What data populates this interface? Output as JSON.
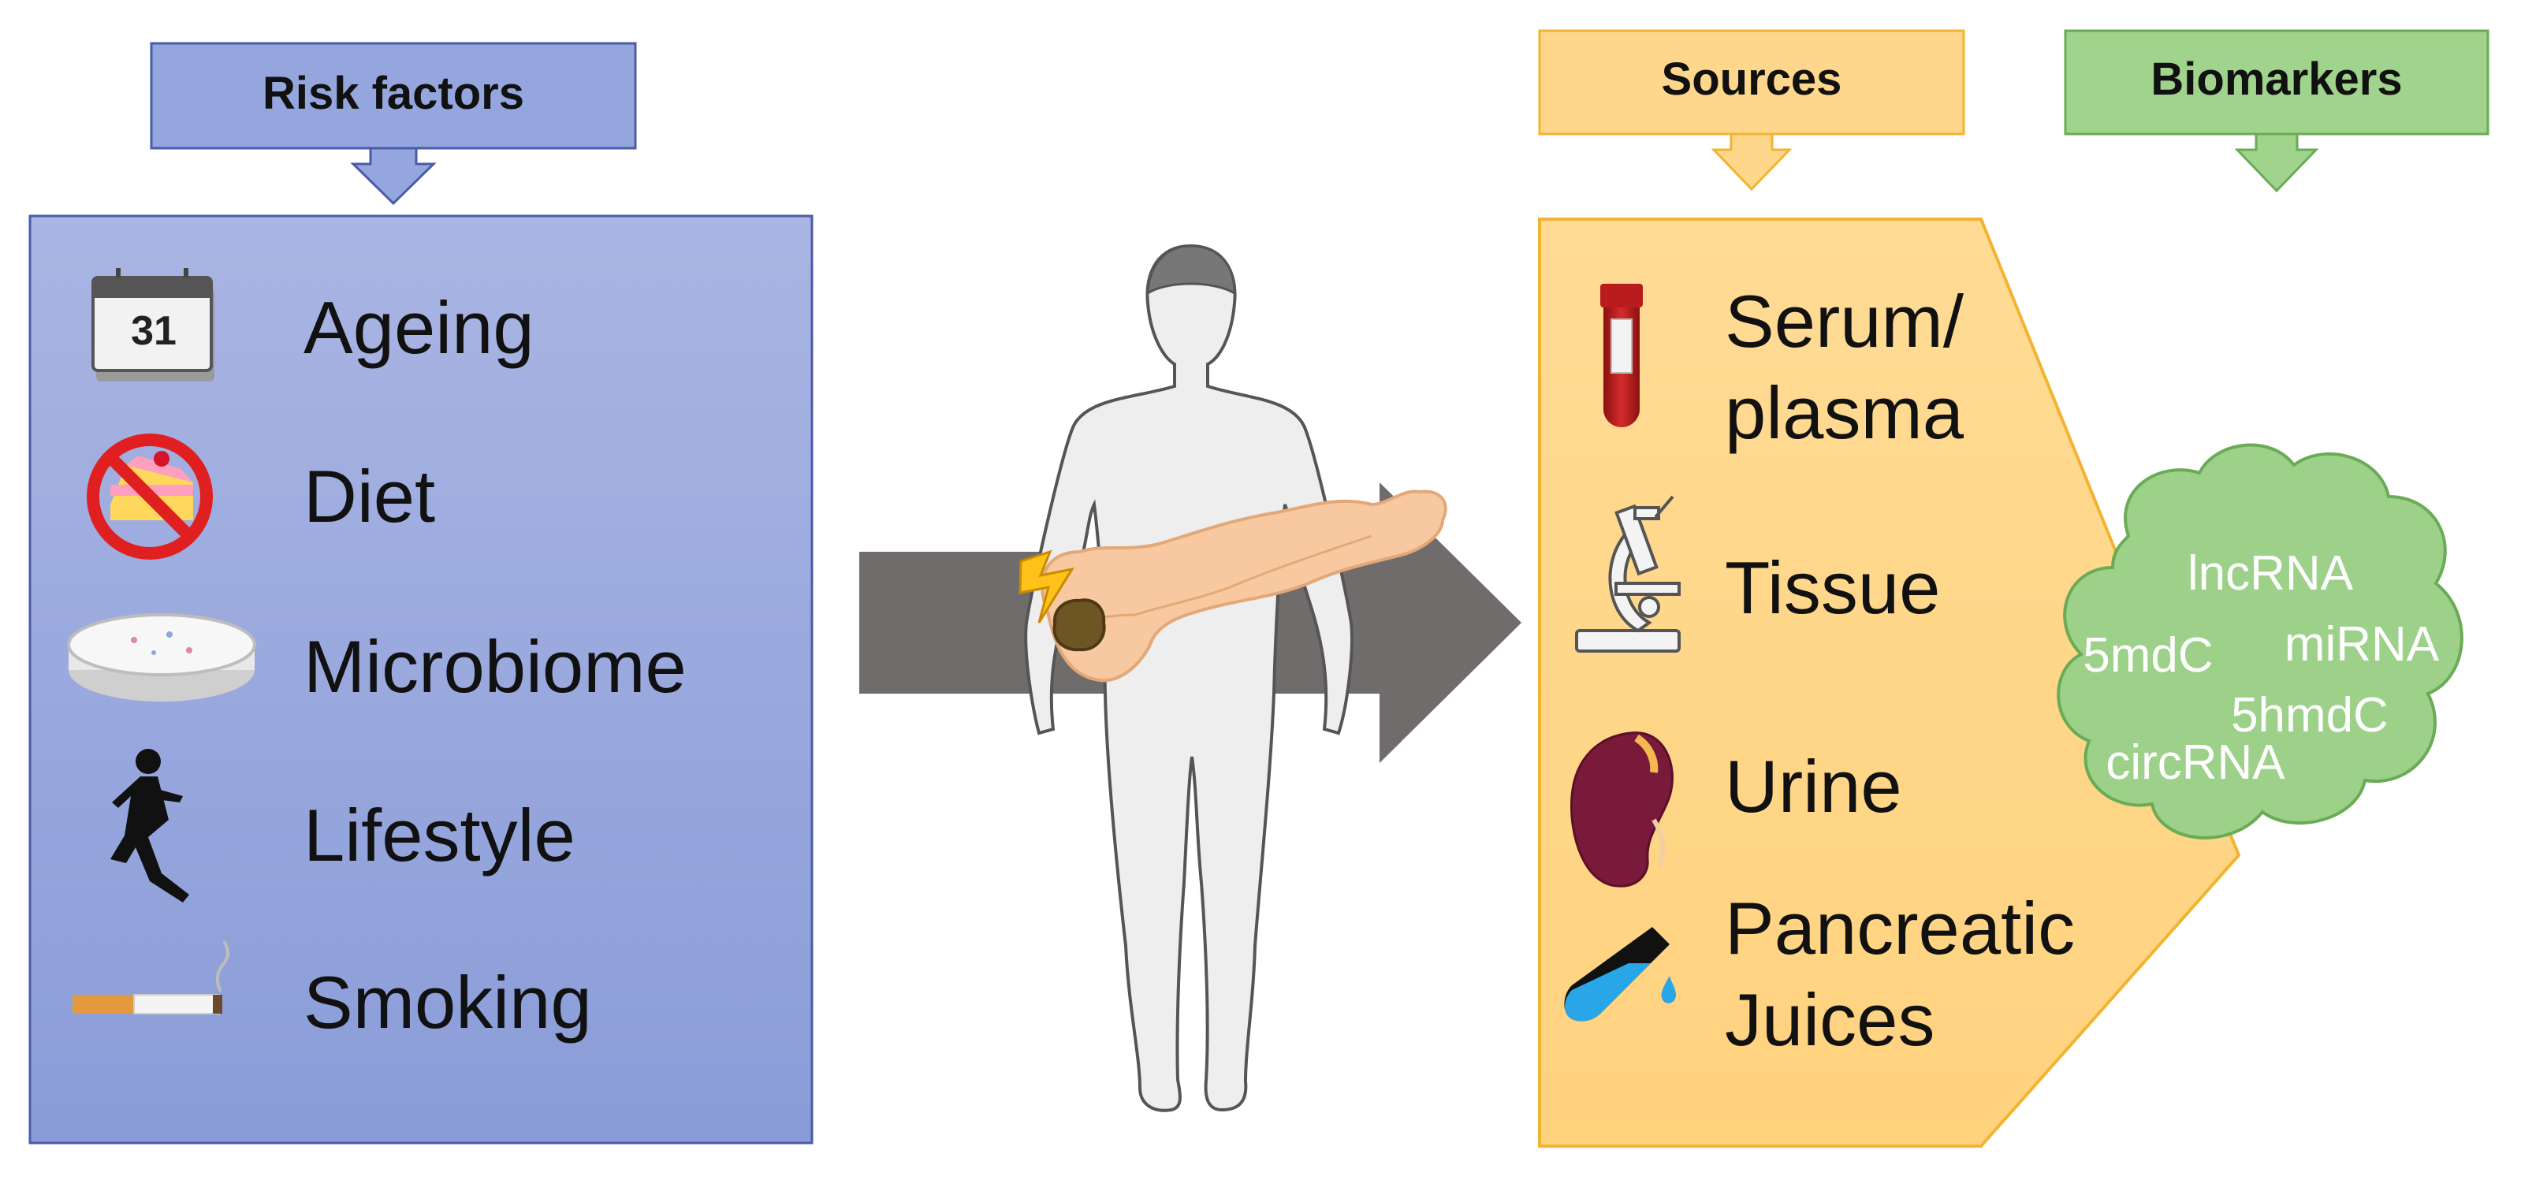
{
  "headers": {
    "risk_factors": "Risk factors",
    "sources": "Sources",
    "biomarkers": "Biomarkers"
  },
  "risk_factors": [
    {
      "label": "Ageing",
      "icon": "calendar-icon",
      "calendar_day": "31"
    },
    {
      "label": "Diet",
      "icon": "no-cake-icon"
    },
    {
      "label": "Microbiome",
      "icon": "petri-dish-icon"
    },
    {
      "label": "Lifestyle",
      "icon": "runner-icon"
    },
    {
      "label": "Smoking",
      "icon": "cigarette-icon"
    }
  ],
  "sources": [
    {
      "label_lines": [
        "Serum/",
        "plasma"
      ],
      "icon": "blood-tube-icon"
    },
    {
      "label_lines": [
        "Tissue"
      ],
      "icon": "microscope-icon"
    },
    {
      "label_lines": [
        "Urine"
      ],
      "icon": "kidney-icon"
    },
    {
      "label_lines": [
        "Pancreatic",
        "Juices"
      ],
      "icon": "test-tube-icon"
    }
  ],
  "biomarkers": [
    "lncRNA",
    "5mdC",
    "miRNA",
    "5hmdC",
    "circRNA"
  ],
  "colors": {
    "risk_box": "#8e9fd9",
    "risk_box_light": "#a7b3e2",
    "risk_border": "#4a5ba8",
    "sources_box": "#ffd68a",
    "sources_border": "#f2b430",
    "biomarker_cloud": "#9dd18a",
    "biomarker_border": "#6aab55",
    "arrow": "#6f6c6b",
    "pancreas": "#f6c79e",
    "tumor": "#6e5524"
  }
}
